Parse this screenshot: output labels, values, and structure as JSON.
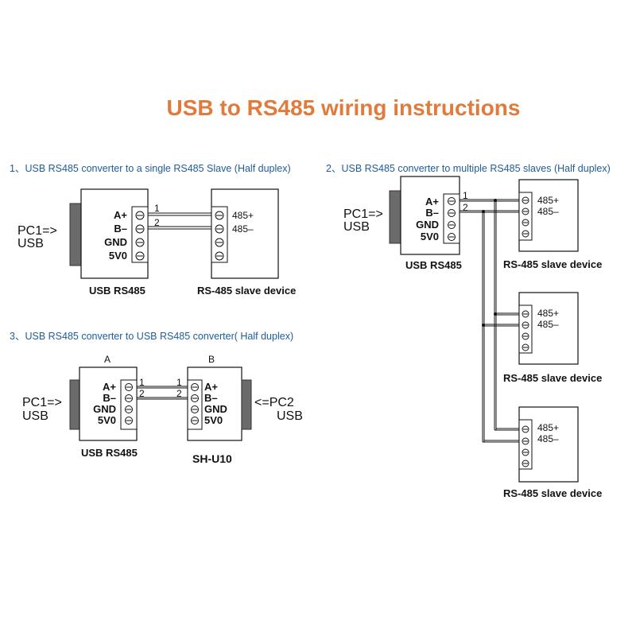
{
  "title": "USB to RS485 wiring instructions",
  "colors": {
    "title": "#E07B3C",
    "section": "#1F5C99",
    "plug": "#6b6b6b"
  },
  "sections": {
    "s1": "1、USB RS485 converter to a single RS485 Slave (Half duplex)",
    "s2": "2、USB RS485 converter to multiple RS485 slaves (Half duplex)",
    "s3": "3、USB RS485 converter to USB RS485 converter( Half duplex)"
  },
  "pins_master": [
    "A+",
    "B–",
    "GND",
    "5V0"
  ],
  "pins_slave": [
    "485+",
    "485–"
  ],
  "wire_labels": [
    "1",
    "2"
  ],
  "pc1": "PC1=>",
  "pc2": "<=PC2",
  "usb": "USB",
  "usb_rs485_label": "USB RS485",
  "slave_label": "RS-485 slave device",
  "sh_label": "SH-U10",
  "dev_a": "A",
  "dev_b": "B"
}
